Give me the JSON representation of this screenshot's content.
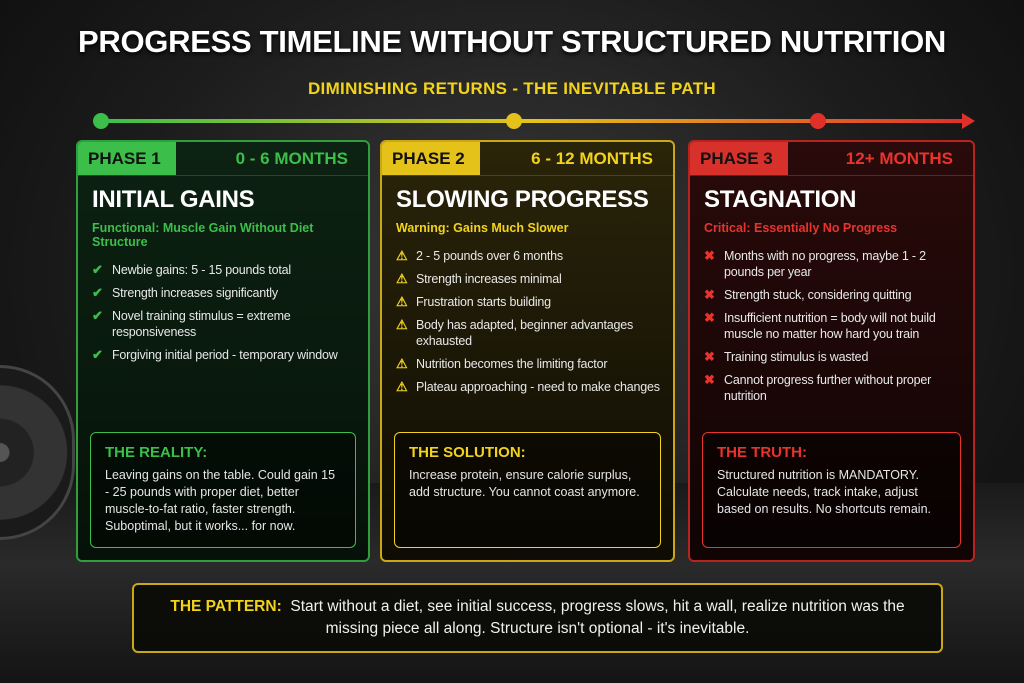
{
  "title": "PROGRESS TIMELINE WITHOUT STRUCTURED NUTRITION",
  "subtitle": "DIMINISHING RETURNS - THE INEVITABLE PATH",
  "colors": {
    "green": "#3bbf4a",
    "yellow": "#f2d31b",
    "red": "#e0302a"
  },
  "phases": [
    {
      "phase": "PHASE 1",
      "months": "0 - 6 MONTHS",
      "title": "INITIAL GAINS",
      "tag": "Functional: Muscle Gain Without Diet Structure",
      "icon": "check-icon",
      "items": [
        "Newbie gains: 5 - 15 pounds total",
        "Strength increases significantly",
        "Novel training stimulus = extreme responsiveness",
        "Forgiving initial period - temporary window"
      ],
      "box_title": "THE REALITY:",
      "box_text": "Leaving gains on the table. Could gain 15 - 25 pounds with proper diet, better muscle-to-fat ratio, faster strength. Suboptimal, but it works... for now."
    },
    {
      "phase": "PHASE 2",
      "months": "6 - 12 MONTHS",
      "title": "SLOWING PROGRESS",
      "tag": "Warning: Gains Much Slower",
      "icon": "warning-icon",
      "items": [
        "2 - 5 pounds over 6 months",
        "Strength increases minimal",
        "Frustration starts building",
        "Body has adapted, beginner advantages exhausted",
        "Nutrition becomes the limiting factor",
        "Plateau approaching - need to make changes"
      ],
      "box_title": "THE SOLUTION:",
      "box_text": "Increase protein, ensure calorie surplus, add structure. You cannot coast anymore."
    },
    {
      "phase": "PHASE 3",
      "months": "12+ MONTHS",
      "title": "STAGNATION",
      "tag": "Critical: Essentially No Progress",
      "icon": "x-icon",
      "items": [
        "Months with no progress, maybe 1 - 2 pounds per year",
        "Strength stuck, considering quitting",
        "Insufficient nutrition = body will not build muscle no matter how hard you train",
        "Training stimulus is wasted",
        "Cannot progress further without proper nutrition"
      ],
      "box_title": "THE TRUTH:",
      "box_text": "Structured nutrition is MANDATORY. Calculate needs, track intake, adjust based on results. No shortcuts remain."
    }
  ],
  "pattern": {
    "label": "THE PATTERN:",
    "text": "Start without a diet, see initial success, progress slows, hit a wall, realize nutrition was the missing piece all along. Structure isn't optional - it's inevitable."
  }
}
